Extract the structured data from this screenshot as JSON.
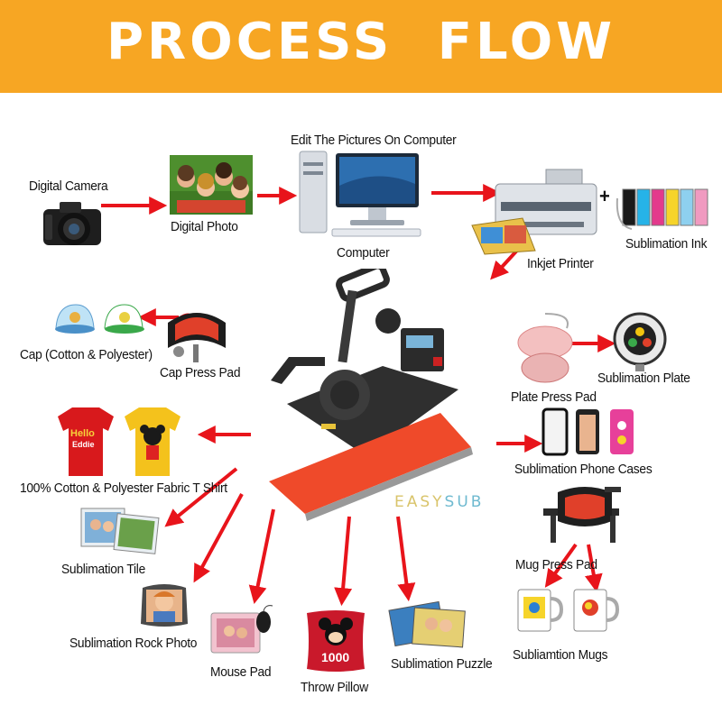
{
  "banner": {
    "title": "PROCESS FLOW"
  },
  "watermark": {
    "part1": "EASY",
    "part2": "SUB"
  },
  "labels": {
    "digital_camera": "Digital Camera",
    "digital_photo": "Digital Photo",
    "edit_pictures": "Edit The Pictures On Computer",
    "computer": "Computer",
    "inkjet_printer": "Inkjet Printer",
    "sublimation_ink": "Sublimation Ink",
    "plus": "+",
    "cap": "Cap (Cotton & Polyester)",
    "cap_press_pad": "Cap Press Pad",
    "tshirt": "100% Cotton & Polyester Fabric T Shirt",
    "sublimation_tile": "Sublimation Tile",
    "rock_photo": "Sublimation Rock Photo",
    "mouse_pad": "Mouse Pad",
    "throw_pillow": "Throw Pillow",
    "puzzle": "Sublimation Puzzle",
    "plate_press_pad": "Plate Press Pad",
    "sublimation_plate": "Sublimation Plate",
    "phone_cases": "Sublimation Phone Cases",
    "mug_press_pad": "Mug Press Pad",
    "mugs": "Subliamtion Mugs"
  },
  "tshirt_text": {
    "red": "Hello",
    "red2": "Eddie"
  },
  "pillow_text": "1000",
  "colors": {
    "banner": "#f7a623",
    "arrow": "#e8141b",
    "press_plate": "#ef4a2a"
  }
}
